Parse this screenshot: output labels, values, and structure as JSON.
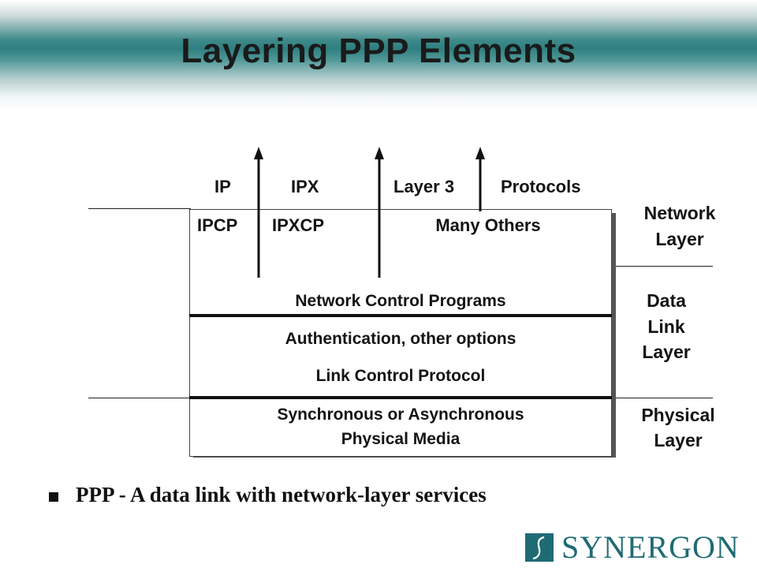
{
  "title": "Layering PPP Elements",
  "protocols": {
    "ip": "IP",
    "ipx": "IPX",
    "layer3": "Layer 3",
    "protocols": "Protocols"
  },
  "control": {
    "ipcp": "IPCP",
    "ipxcp": "IPXCP",
    "many_others": "Many Others"
  },
  "stack": {
    "ncp": "Network Control Programs",
    "auth": "Authentication, other options",
    "lcp": "Link Control Protocol",
    "physical_1": "Synchronous or Asynchronous",
    "physical_2": "Physical Media"
  },
  "layers": {
    "network": [
      "Network",
      "Layer"
    ],
    "datalink": [
      "Data",
      "Link",
      "Layer"
    ],
    "physical": [
      "Physical",
      "Layer"
    ]
  },
  "bullet": "PPP - A data link with network-layer services",
  "logo": {
    "text": "SYNERGON",
    "color": "#1f6b74",
    "icon": "synergon-logo-icon"
  }
}
